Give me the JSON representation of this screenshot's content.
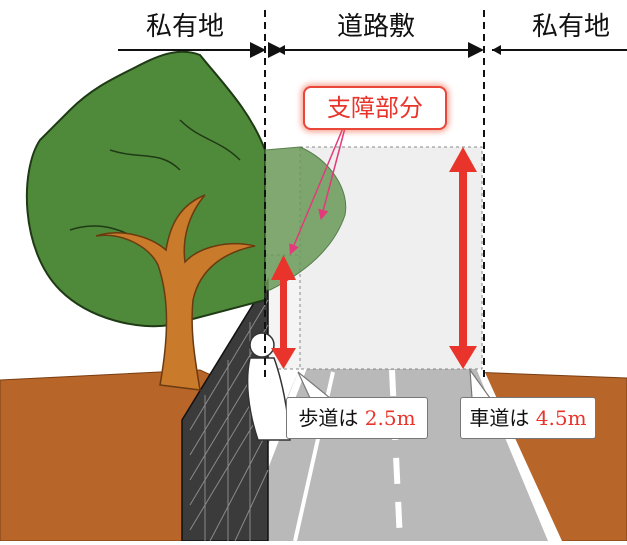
{
  "labels": {
    "private_land_left": "私有地",
    "road_area": "道路敷",
    "private_land_right": "私有地",
    "obstruction": "支障部分"
  },
  "sidewalk_note": {
    "prefix": "歩道は",
    "value": "2.5m"
  },
  "roadway_note": {
    "prefix": "車道は",
    "value": "4.5m"
  },
  "colors": {
    "accent_red": "#e8342a",
    "tree_green": "#4f8a3a",
    "trunk_brown": "#c97a2a",
    "ground_brown": "#b8652a",
    "road_gray": "#b9b9b9",
    "clearance_fill": "#efefef"
  }
}
